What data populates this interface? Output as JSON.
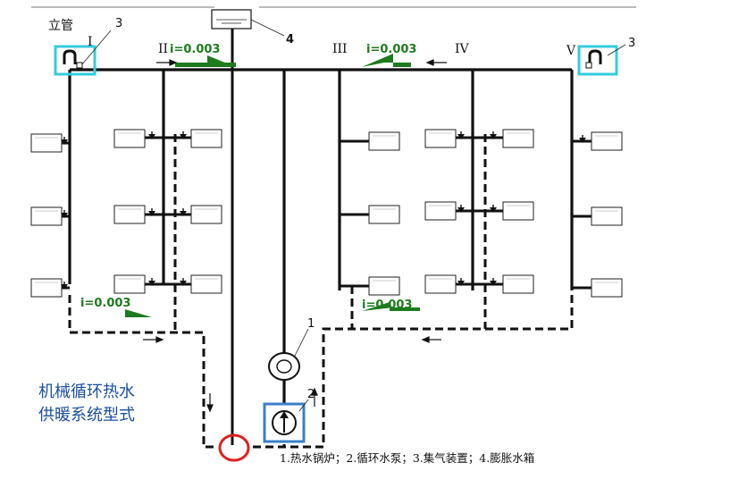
{
  "diagram": {
    "title_line1": "机械循环热水",
    "title_line2": "供暖系统型式",
    "riser_label": "立管",
    "riser_numbers": [
      "I",
      "II",
      "III",
      "IV",
      "V"
    ],
    "slope_labels": [
      "i=0.003",
      "i=0.003",
      "i=0.003",
      "i=0.003"
    ],
    "callouts": [
      "1",
      "2",
      "3",
      "3",
      "4"
    ],
    "legend": "1.热水锅炉；2.循环水泵；3.集气装置；4.膨胀水箱",
    "colors": {
      "pipe": "#111111",
      "highlight_box": "#33ccdd",
      "pump_box": "#3a7fc8",
      "circle_mark": "#e02020",
      "slope_arrow": "#1e7b1e",
      "title": "#1a4fa0"
    }
  }
}
